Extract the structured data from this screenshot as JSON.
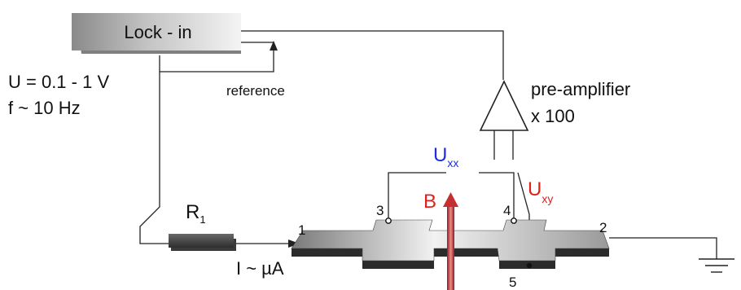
{
  "lockin": {
    "label": "Lock - in"
  },
  "source": {
    "voltage": "U = 0.1 - 1 V",
    "frequency": "f ~ 10 Hz"
  },
  "reference": {
    "label": "reference"
  },
  "preamp": {
    "name": "pre-amplifier",
    "gain": "x 100"
  },
  "resistor": {
    "symbol": "R",
    "subscript": "1"
  },
  "current": {
    "label": "I ~ µA"
  },
  "field": {
    "symbol": "B",
    "color": "#e0201b"
  },
  "uxx": {
    "symbol": "U",
    "subscript": "xx",
    "color": "#1a2ee0"
  },
  "uxy": {
    "symbol": "U",
    "subscript": "xy",
    "color": "#e0201b"
  },
  "contacts": {
    "c1": "1",
    "c2": "2",
    "c3": "3",
    "c4": "4",
    "c5": "5"
  }
}
